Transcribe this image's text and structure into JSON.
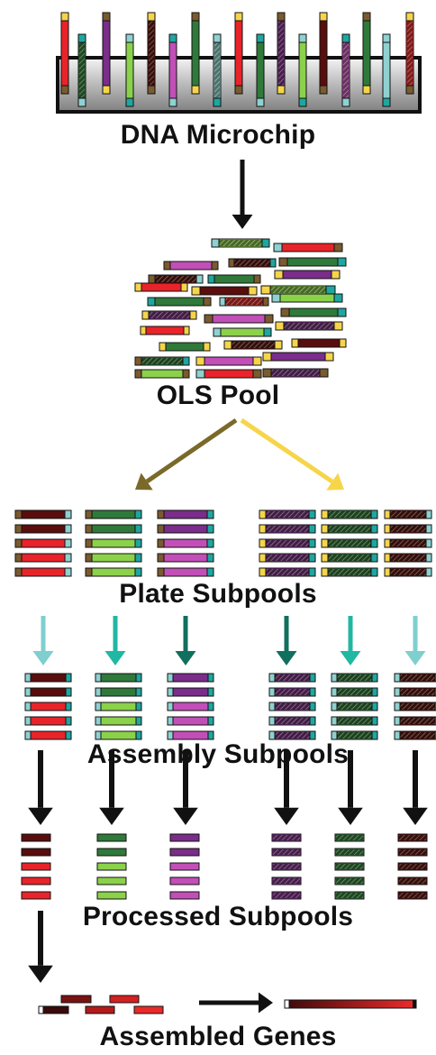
{
  "labels": {
    "microchip": "DNA Microchip",
    "ols_pool": "OLS Pool",
    "plate_subpools": "Plate Subpools",
    "assembly_subpools": "Assembly Subpools",
    "processed_subpools": "Processed Subpools",
    "assembled_genes": "Assembled Genes"
  },
  "colors": {
    "black": "#111111",
    "olive_arrow": "#7a6a2a",
    "yellow_arrow": "#f6d54a",
    "light_teal_arrow": "#7fcfcf",
    "teal_arrow": "#20b7a3",
    "dark_teal_arrow": "#116f5e",
    "chip_gray_top": "#f2f2f2",
    "chip_gray_bottom": "#8c8c8c",
    "red": "#e8242a",
    "dark_red": "#5a0d0d",
    "green": "#8bd14a",
    "dark_green": "#2f7a3a",
    "purple": "#7a2d8a",
    "magenta": "#c24fb8",
    "olive": "#7a5a2e",
    "yellow": "#f6d54a",
    "light_teal": "#8fd1d1",
    "teal": "#1fa6a0"
  }
}
